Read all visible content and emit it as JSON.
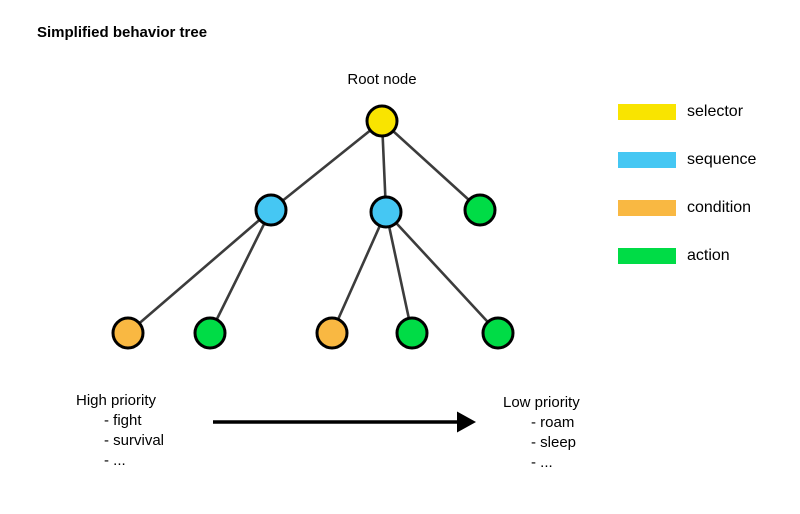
{
  "title": "Simplified behavior tree",
  "colors": {
    "selector": "#F9E400",
    "sequence": "#45C7F3",
    "condition": "#F9B842",
    "action": "#00DC46",
    "edge": "#3C3C3C",
    "node_border": "#000000",
    "arrow": "#000000"
  },
  "tree": {
    "root_label": "Root node",
    "nodes": [
      {
        "id": "root",
        "type": "selector"
      },
      {
        "id": "seq-left",
        "type": "sequence"
      },
      {
        "id": "seq-mid",
        "type": "sequence"
      },
      {
        "id": "action-right",
        "type": "action"
      },
      {
        "id": "cond-left",
        "type": "condition"
      },
      {
        "id": "action-left",
        "type": "action"
      },
      {
        "id": "cond-mid",
        "type": "condition"
      },
      {
        "id": "action-mid",
        "type": "action"
      },
      {
        "id": "action-mid-right",
        "type": "action"
      }
    ],
    "edges": [
      [
        "root",
        "seq-left"
      ],
      [
        "root",
        "seq-mid"
      ],
      [
        "root",
        "action-right"
      ],
      [
        "seq-left",
        "cond-left"
      ],
      [
        "seq-left",
        "action-left"
      ],
      [
        "seq-mid",
        "cond-mid"
      ],
      [
        "seq-mid",
        "action-mid"
      ],
      [
        "seq-mid",
        "action-mid-right"
      ]
    ]
  },
  "legend": {
    "items": [
      {
        "label": "selector",
        "color": "#F9E400"
      },
      {
        "label": "sequence",
        "color": "#45C7F3"
      },
      {
        "label": "condition",
        "color": "#F9B842"
      },
      {
        "label": "action",
        "color": "#00DC46"
      }
    ]
  },
  "priority": {
    "high": {
      "label": "High priority",
      "items": [
        "- fight",
        "- survival",
        "- ..."
      ]
    },
    "low": {
      "label": "Low priority",
      "items": [
        "- roam",
        "- sleep",
        "- ..."
      ]
    }
  }
}
